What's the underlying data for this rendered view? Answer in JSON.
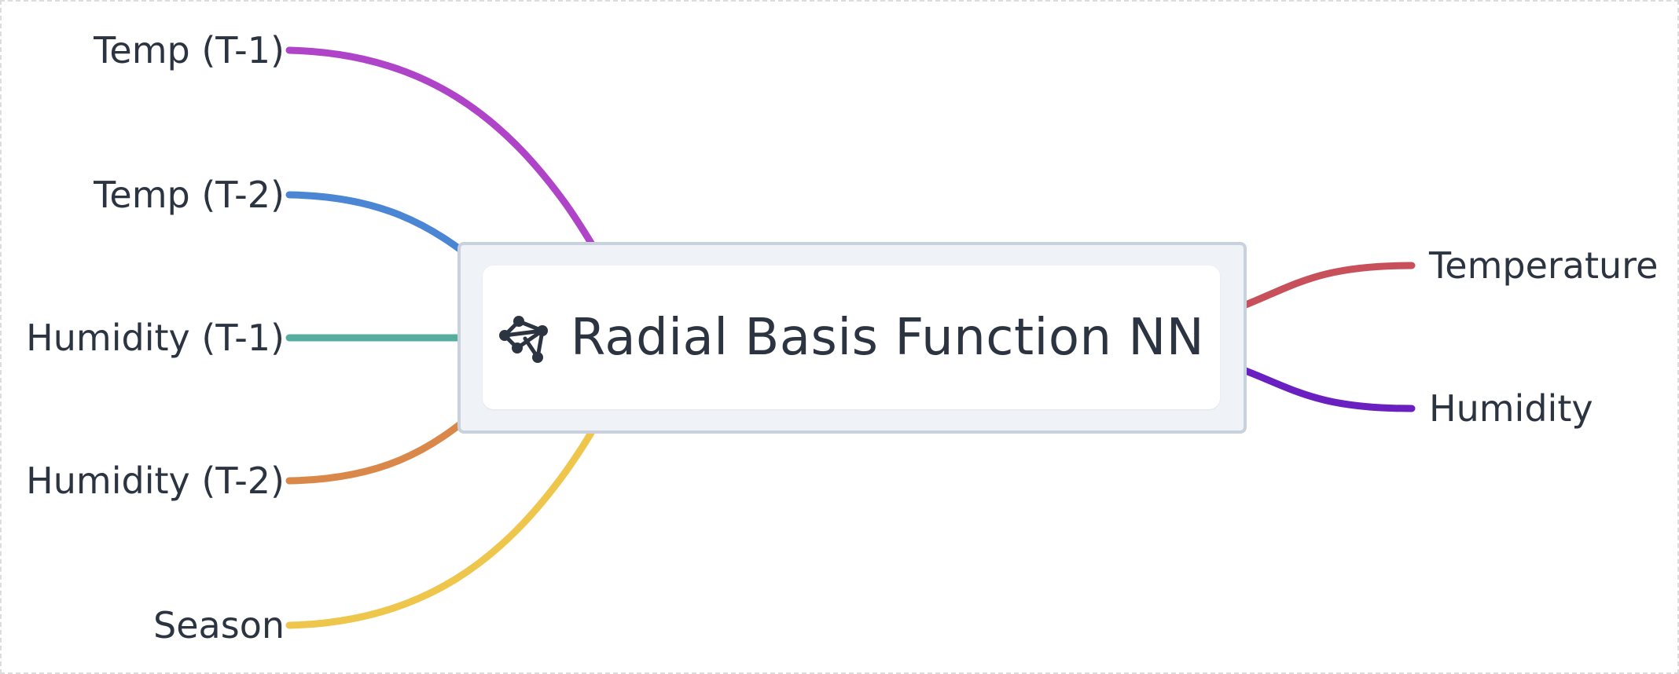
{
  "diagram": {
    "center": {
      "title": "Radial Basis Function NN",
      "icon": "neural-network-icon"
    },
    "inputs": [
      {
        "label": "Temp (T-1)",
        "color": "#b044c8"
      },
      {
        "label": "Temp (T-2)",
        "color": "#4a86d4"
      },
      {
        "label": "Humidity (T-1)",
        "color": "#55ad9e"
      },
      {
        "label": "Humidity (T-2)",
        "color": "#d9884a"
      },
      {
        "label": "Season",
        "color": "#efc64c"
      }
    ],
    "outputs": [
      {
        "label": "Temperature",
        "color": "#c7505a"
      },
      {
        "label": "Humidity",
        "color": "#6a1fc0"
      }
    ]
  }
}
